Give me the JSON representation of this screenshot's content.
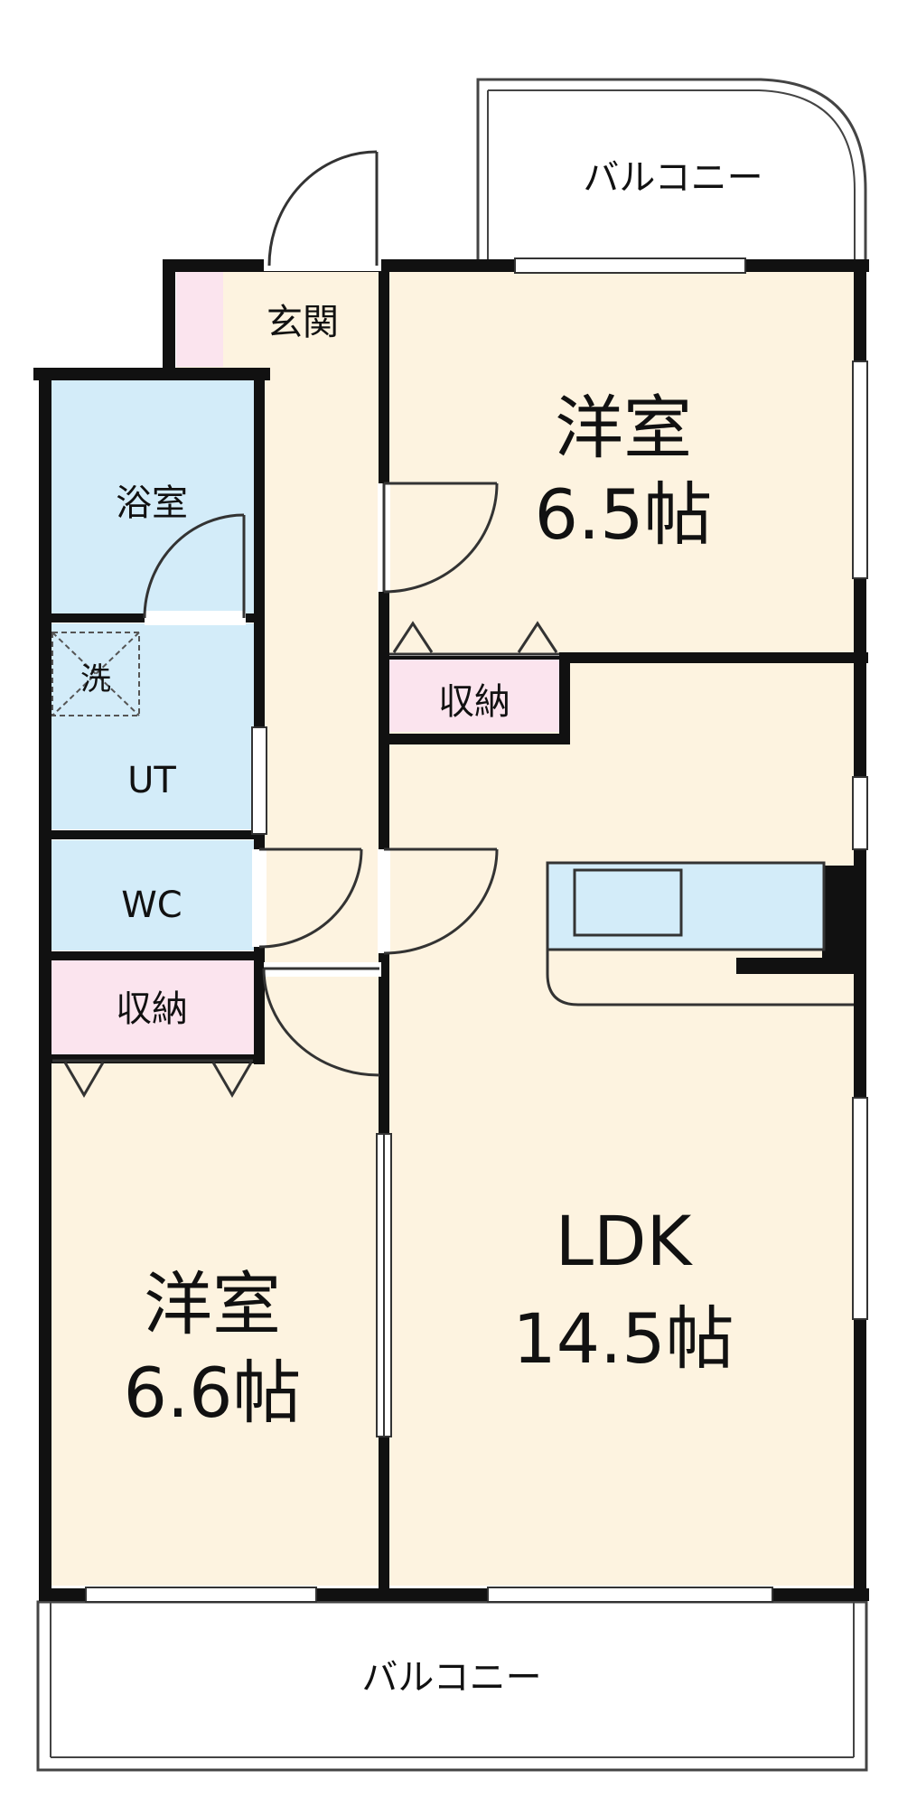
{
  "colors": {
    "wall": "#111111",
    "room_floor": "#fdf3e0",
    "wet_area": "#d3ecf9",
    "storage": "#fbe4ee",
    "line": "#333333",
    "window": "#ffffff"
  },
  "rooms": {
    "balcony_top": {
      "label": "バルコニー"
    },
    "entrance": {
      "label": "玄関"
    },
    "western_room_1": {
      "name": "洋室",
      "size": "6.5帖"
    },
    "bathroom": {
      "label": "浴室"
    },
    "washer": {
      "label": "洗"
    },
    "utility": {
      "label": "UT"
    },
    "storage_1": {
      "label": "収納"
    },
    "wc": {
      "label": "WC"
    },
    "storage_2": {
      "label": "収納"
    },
    "ldk": {
      "name": "LDK",
      "size": "14.5帖"
    },
    "western_room_2": {
      "name": "洋室",
      "size": "6.6帖"
    },
    "balcony_bottom": {
      "label": "バルコニー"
    }
  },
  "icons": {
    "kitchen": "kitchen-counter-icon",
    "washer": "washing-machine-pan-icon",
    "door": "door-swing-icon",
    "closet": "closet-door-icon"
  }
}
